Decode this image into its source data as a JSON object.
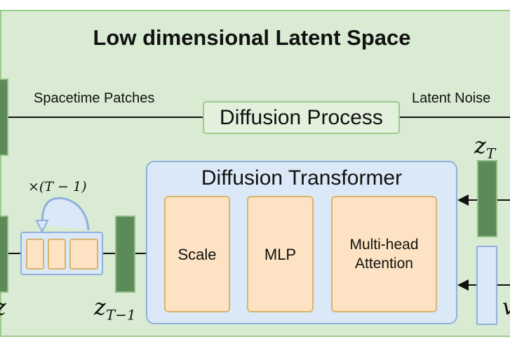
{
  "title": "Low dimensional Latent Space",
  "labels": {
    "spacetime_patches": "Spacetime Patches",
    "latent_noise": "Latent Noise",
    "diffusion_process": "Diffusion Process",
    "diffusion_transformer": "Diffusion Transformer"
  },
  "blocks": {
    "scale": "Scale",
    "mlp": "MLP",
    "attention_line1": "Multi-head",
    "attention_line2": "Attention"
  },
  "math": {
    "repeat": "×(T − 1)",
    "z_T_base": "z",
    "z_T_sub": "T",
    "z_T_minus_1_base": "z",
    "z_T_minus_1_sub": "T−1",
    "z_left": "z",
    "v_right": "v"
  },
  "colors": {
    "panel_bg": "#d9ebd3",
    "panel_border": "#9ccb8c",
    "latent_fill": "#5c8a58",
    "transformer_bg": "#dbe8f7",
    "transformer_border": "#8fb0dc",
    "block_fill": "#fde3c3",
    "block_border": "#d7b56c"
  },
  "icons": {
    "repeat": "curved-arrow-icon",
    "flow": "arrow-left-icon"
  }
}
